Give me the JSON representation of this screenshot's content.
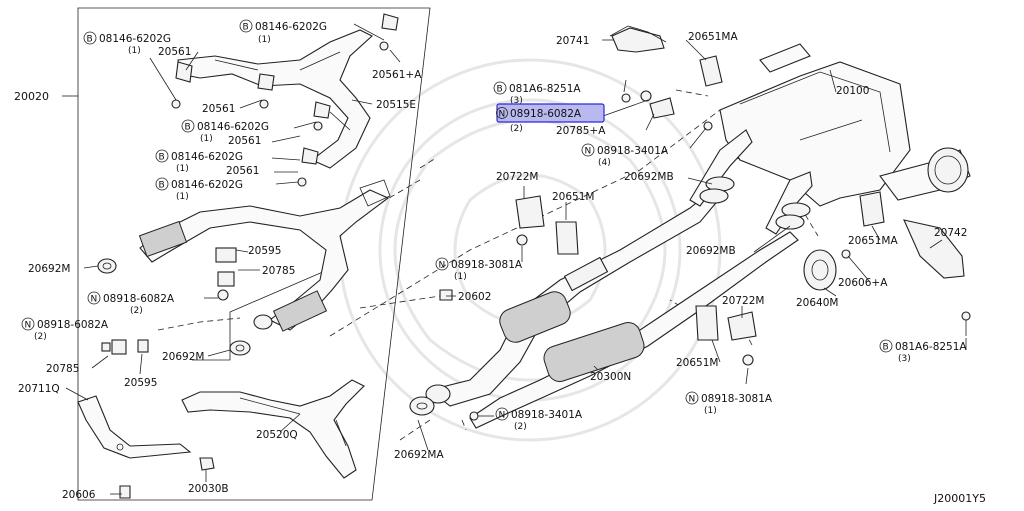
{
  "labels": {
    "p20020": "20020",
    "p08146_a": "08146-6202G",
    "p08146_a_q": "(1)",
    "p20561_a": "20561",
    "p08146_b": "08146-6202G",
    "p08146_b_q": "(1)",
    "p20561_plusA": "20561+A",
    "p20515E": "20515E",
    "p20561_b": "20561",
    "p08146_c": "08146-6202G",
    "p08146_c_q": "(1)",
    "p20561_c": "20561",
    "p08146_d": "08146-6202G",
    "p08146_d_q": "(1)",
    "p20561_d": "20561",
    "p08146_e": "08146-6202G",
    "p08146_e_q": "(1)",
    "p20595_a": "20595",
    "p20785_a": "20785",
    "p20692M_a": "20692M",
    "p08918_6082A_a": "08918-6082A",
    "p08918_6082A_a_q": "(2)",
    "p08918_6082A_b": "08918-6082A",
    "p08918_6082A_b_q": "(2)",
    "p20785_b": "20785",
    "p20595_b": "20595",
    "p20692M_b": "20692M",
    "p20711Q": "20711Q",
    "p20520Q": "20520Q",
    "p20606": "20606",
    "p20030B": "20030B",
    "p20602": "20602",
    "p20741": "20741",
    "p20651MA_a": "20651MA",
    "p081A6_a": "081A6-8251A",
    "p081A6_a_q": "(3)",
    "p08918_6082A_hl": "08918-6082A",
    "p08918_6082A_hl_q": "(2)",
    "p20785_plusA": "20785+A",
    "p20100": "20100",
    "p08918_3401A_a": "08918-3401A",
    "p08918_3401A_a_q": "(4)",
    "p20692MB_a": "20692MB",
    "p20722M_a": "20722M",
    "p20651M_a": "20651M",
    "p08918_3081A_a": "08918-3081A",
    "p08918_3081A_a_q": "(1)",
    "p20692MB_b": "20692MB",
    "p20651MA_b": "20651MA",
    "p20742": "20742",
    "p20606_plusA": "20606+A",
    "p20640M": "20640M",
    "p20722M_b": "20722M",
    "p20651M_b": "20651M",
    "p081A6_b": "081A6-8251A",
    "p081A6_b_q": "(3)",
    "p20300N": "20300N",
    "p08918_3081A_b": "08918-3081A",
    "p08918_3081A_b_q": "(1)",
    "p08918_3401A_b": "08918-3401A",
    "p08918_3401A_b_q": "(2)",
    "p20692MA": "20692MA"
  },
  "symbols": {
    "bolt": "B",
    "nut": "N"
  },
  "diagram_code": "J20001Y5",
  "colors": {
    "highlight_fill": "#b9b9f0",
    "highlight_stroke": "#2b2bd6"
  }
}
